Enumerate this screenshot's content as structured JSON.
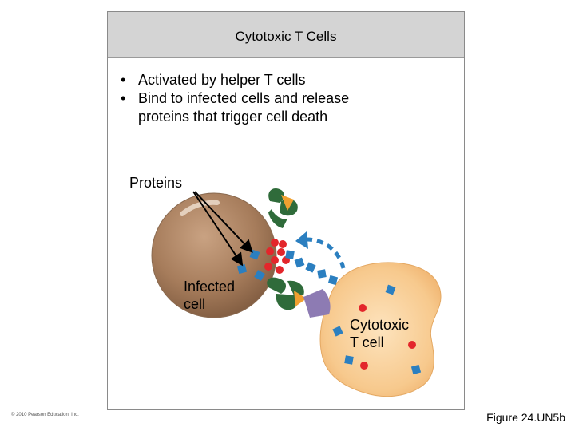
{
  "header": {
    "title": "Cytotoxic T Cells"
  },
  "bullets": [
    {
      "dot": "•",
      "text_line1": "Activated by helper T cells",
      "text_line2": ""
    },
    {
      "dot": "•",
      "text_line1": "Bind to infected cells and release",
      "text_line2": "proteins that trigger cell death"
    }
  ],
  "labels": {
    "proteins": "Proteins",
    "infected_line1": "Infected",
    "infected_line2": "cell",
    "tcell_line1": "Cytotoxic",
    "tcell_line2": "T cell"
  },
  "footer": {
    "copyright": "© 2010 Pearson Education, Inc.",
    "figure": "Figure 24.UN5b"
  },
  "colors": {
    "infected_cell": "#a67c5b",
    "t_cell": "#f7c98d",
    "receptor": "#2f6b3a",
    "antigen": "#f0a030",
    "protein_red": "#e3262b",
    "protein_blue": "#2b7fc0",
    "tcr_purple": "#8d7bb3"
  }
}
